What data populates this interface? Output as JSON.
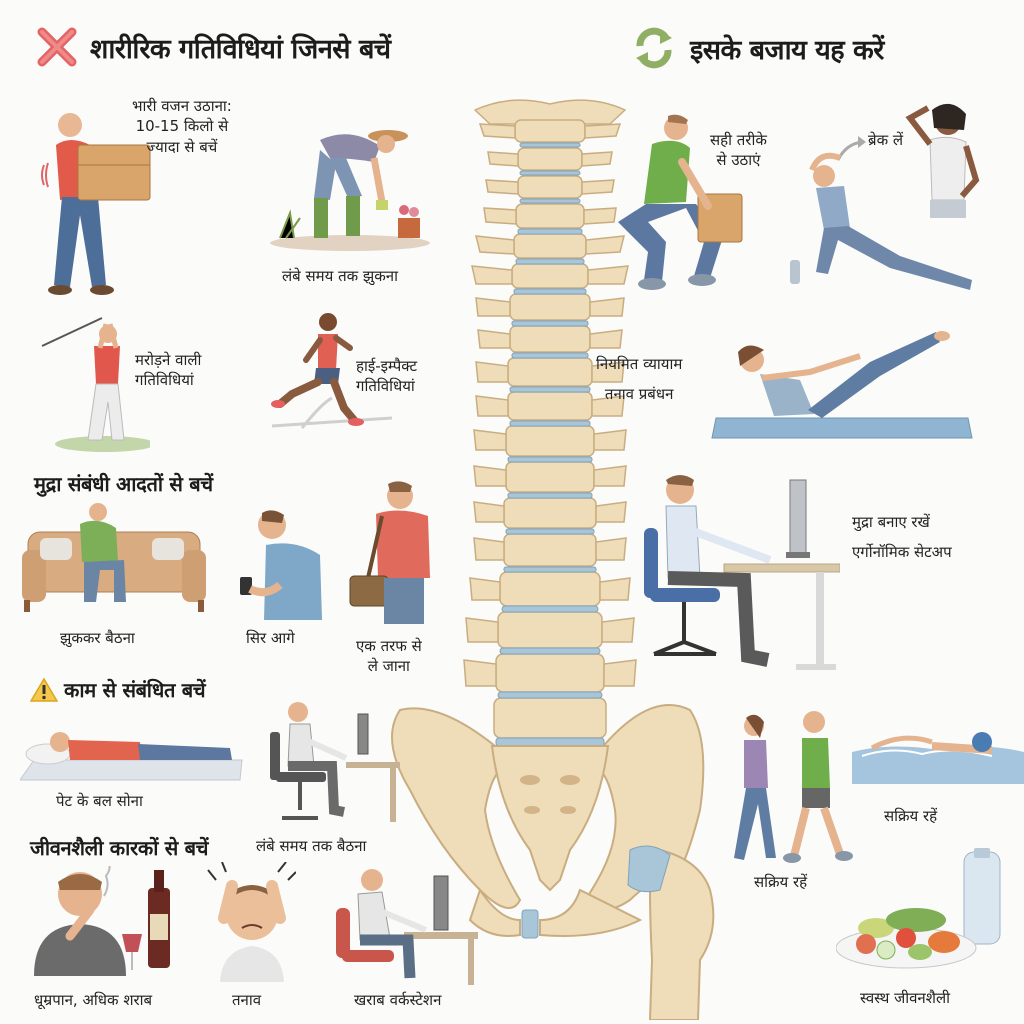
{
  "headers": {
    "avoid": {
      "icon": "red-x-icon",
      "title": "शारीरिक गतिविधियां जिनसे बचें",
      "color": "#e15a5a"
    },
    "instead": {
      "icon": "green-refresh-arrows-icon",
      "title": "इसके बजाय यह करें",
      "color": "#8fb064"
    }
  },
  "avoid": {
    "physical": [
      {
        "id": "heavy-lifting",
        "lines": [
          "भारी वजन उठाना:",
          "10-15 किलो से",
          "ज्यादा से बचें"
        ]
      },
      {
        "id": "prolonged-bending",
        "lines": [
          "लंबे समय तक झुकना"
        ]
      },
      {
        "id": "twisting",
        "lines": [
          "मरोड़ने वाली",
          "गतिविधियां"
        ]
      },
      {
        "id": "high-impact",
        "lines": [
          "हाई-इम्पैक्ट",
          "गतिविधियां"
        ]
      }
    ],
    "posture": {
      "title": "मुद्रा संबंधी आदतों से बचें",
      "items": [
        {
          "id": "slouching",
          "lines": [
            "झुककर बैठना"
          ]
        },
        {
          "id": "head-forward",
          "lines": [
            "सिर आगे"
          ]
        },
        {
          "id": "one-side-carry",
          "lines": [
            "एक तरफ से",
            "ले जाना"
          ]
        }
      ]
    },
    "work": {
      "icon": "warning-triangle-icon",
      "title": "काम से संबंधित बचें",
      "items": [
        {
          "id": "stomach-sleeping",
          "lines": [
            "पेट के बल सोना"
          ]
        },
        {
          "id": "prolonged-sitting",
          "lines": [
            "लंबे समय तक बैठना"
          ]
        }
      ]
    },
    "lifestyle": {
      "title": "जीवनशैली कारकों से बचें",
      "items": [
        {
          "id": "smoking-alcohol",
          "lines": [
            "धूम्रपान, अधिक शराब"
          ]
        },
        {
          "id": "stress",
          "lines": [
            "तनाव"
          ]
        },
        {
          "id": "bad-workstation",
          "lines": [
            "खराब वर्कस्टेशन"
          ]
        }
      ]
    }
  },
  "instead": {
    "items": [
      {
        "id": "lift-correctly",
        "lines": [
          "सही तरीके",
          "से उठाएं"
        ]
      },
      {
        "id": "take-breaks",
        "lines": [
          "ब्रेक लें"
        ]
      },
      {
        "id": "regular-exercise",
        "lines": [
          "नियमित व्यायाम",
          "तनाव प्रबंधन"
        ]
      },
      {
        "id": "maintain-posture",
        "lines": [
          "मुद्रा बनाए रखें",
          "एर्गोनॉमिक सेटअप"
        ]
      },
      {
        "id": "stay-active-walk",
        "lines": [
          "सक्रिय रहें"
        ]
      },
      {
        "id": "stay-active-swim",
        "lines": [
          "सक्रिय रहें"
        ]
      },
      {
        "id": "healthy-lifestyle",
        "lines": [
          "स्वस्थ जीवनशैली"
        ]
      }
    ]
  },
  "center": {
    "illustration": "spine-and-pelvis-anatomy",
    "bone_color": "#efdcb8",
    "disc_color": "#a9c6d8"
  }
}
